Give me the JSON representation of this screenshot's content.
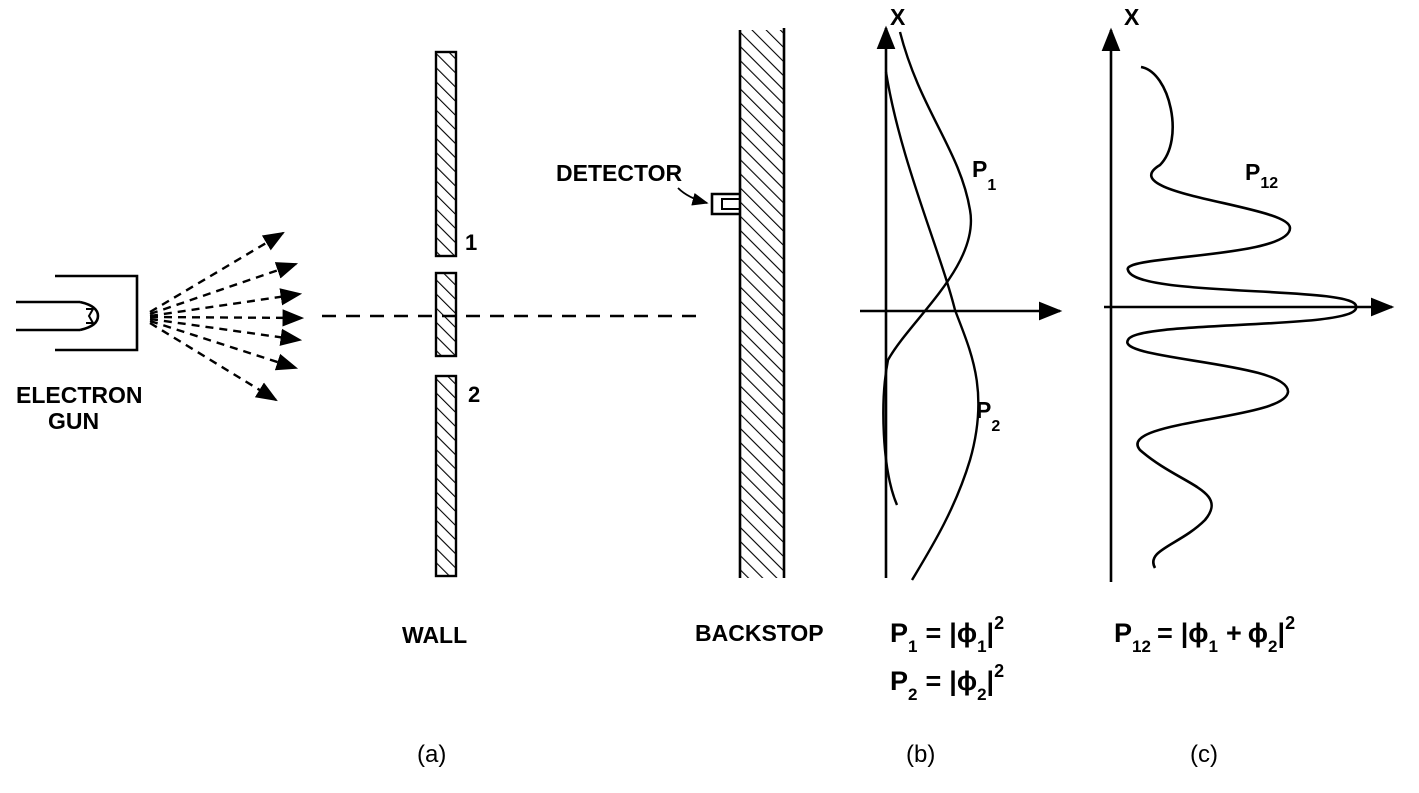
{
  "labels": {
    "electron_gun_line1": "ELECTRON",
    "electron_gun_line2": "GUN",
    "wall": "WALL",
    "backstop": "BACKSTOP",
    "detector": "DETECTOR",
    "slit_1": "1",
    "slit_2": "2"
  },
  "panel_b": {
    "axis_label": "X",
    "curve_p1": {
      "letter": "P",
      "subscript": "1"
    },
    "curve_p2": {
      "letter": "P",
      "subscript": "2"
    },
    "formula_1": {
      "lhs": "P",
      "lhs_sub": "1",
      "eq": "=",
      "phi": "ϕ",
      "phi_sub": "1",
      "power": "2"
    },
    "formula_2": {
      "lhs": "P",
      "lhs_sub": "2",
      "eq": "=",
      "phi": "ϕ",
      "phi_sub": "2",
      "power": "2"
    },
    "caption": "(b)"
  },
  "panel_c": {
    "axis_label": "X",
    "curve_p12": {
      "letter": "P",
      "subscript": "12"
    },
    "formula": {
      "lhs": "P",
      "lhs_sub": "12",
      "eq": "=",
      "phi": "ϕ",
      "phi_sub_1": "1",
      "plus": "+",
      "phi_sub_2": "2",
      "power": "2"
    },
    "caption": "(c)"
  },
  "panel_a": {
    "caption": "(a)"
  },
  "colors": {
    "ink": "#000000",
    "background": "#ffffff"
  }
}
